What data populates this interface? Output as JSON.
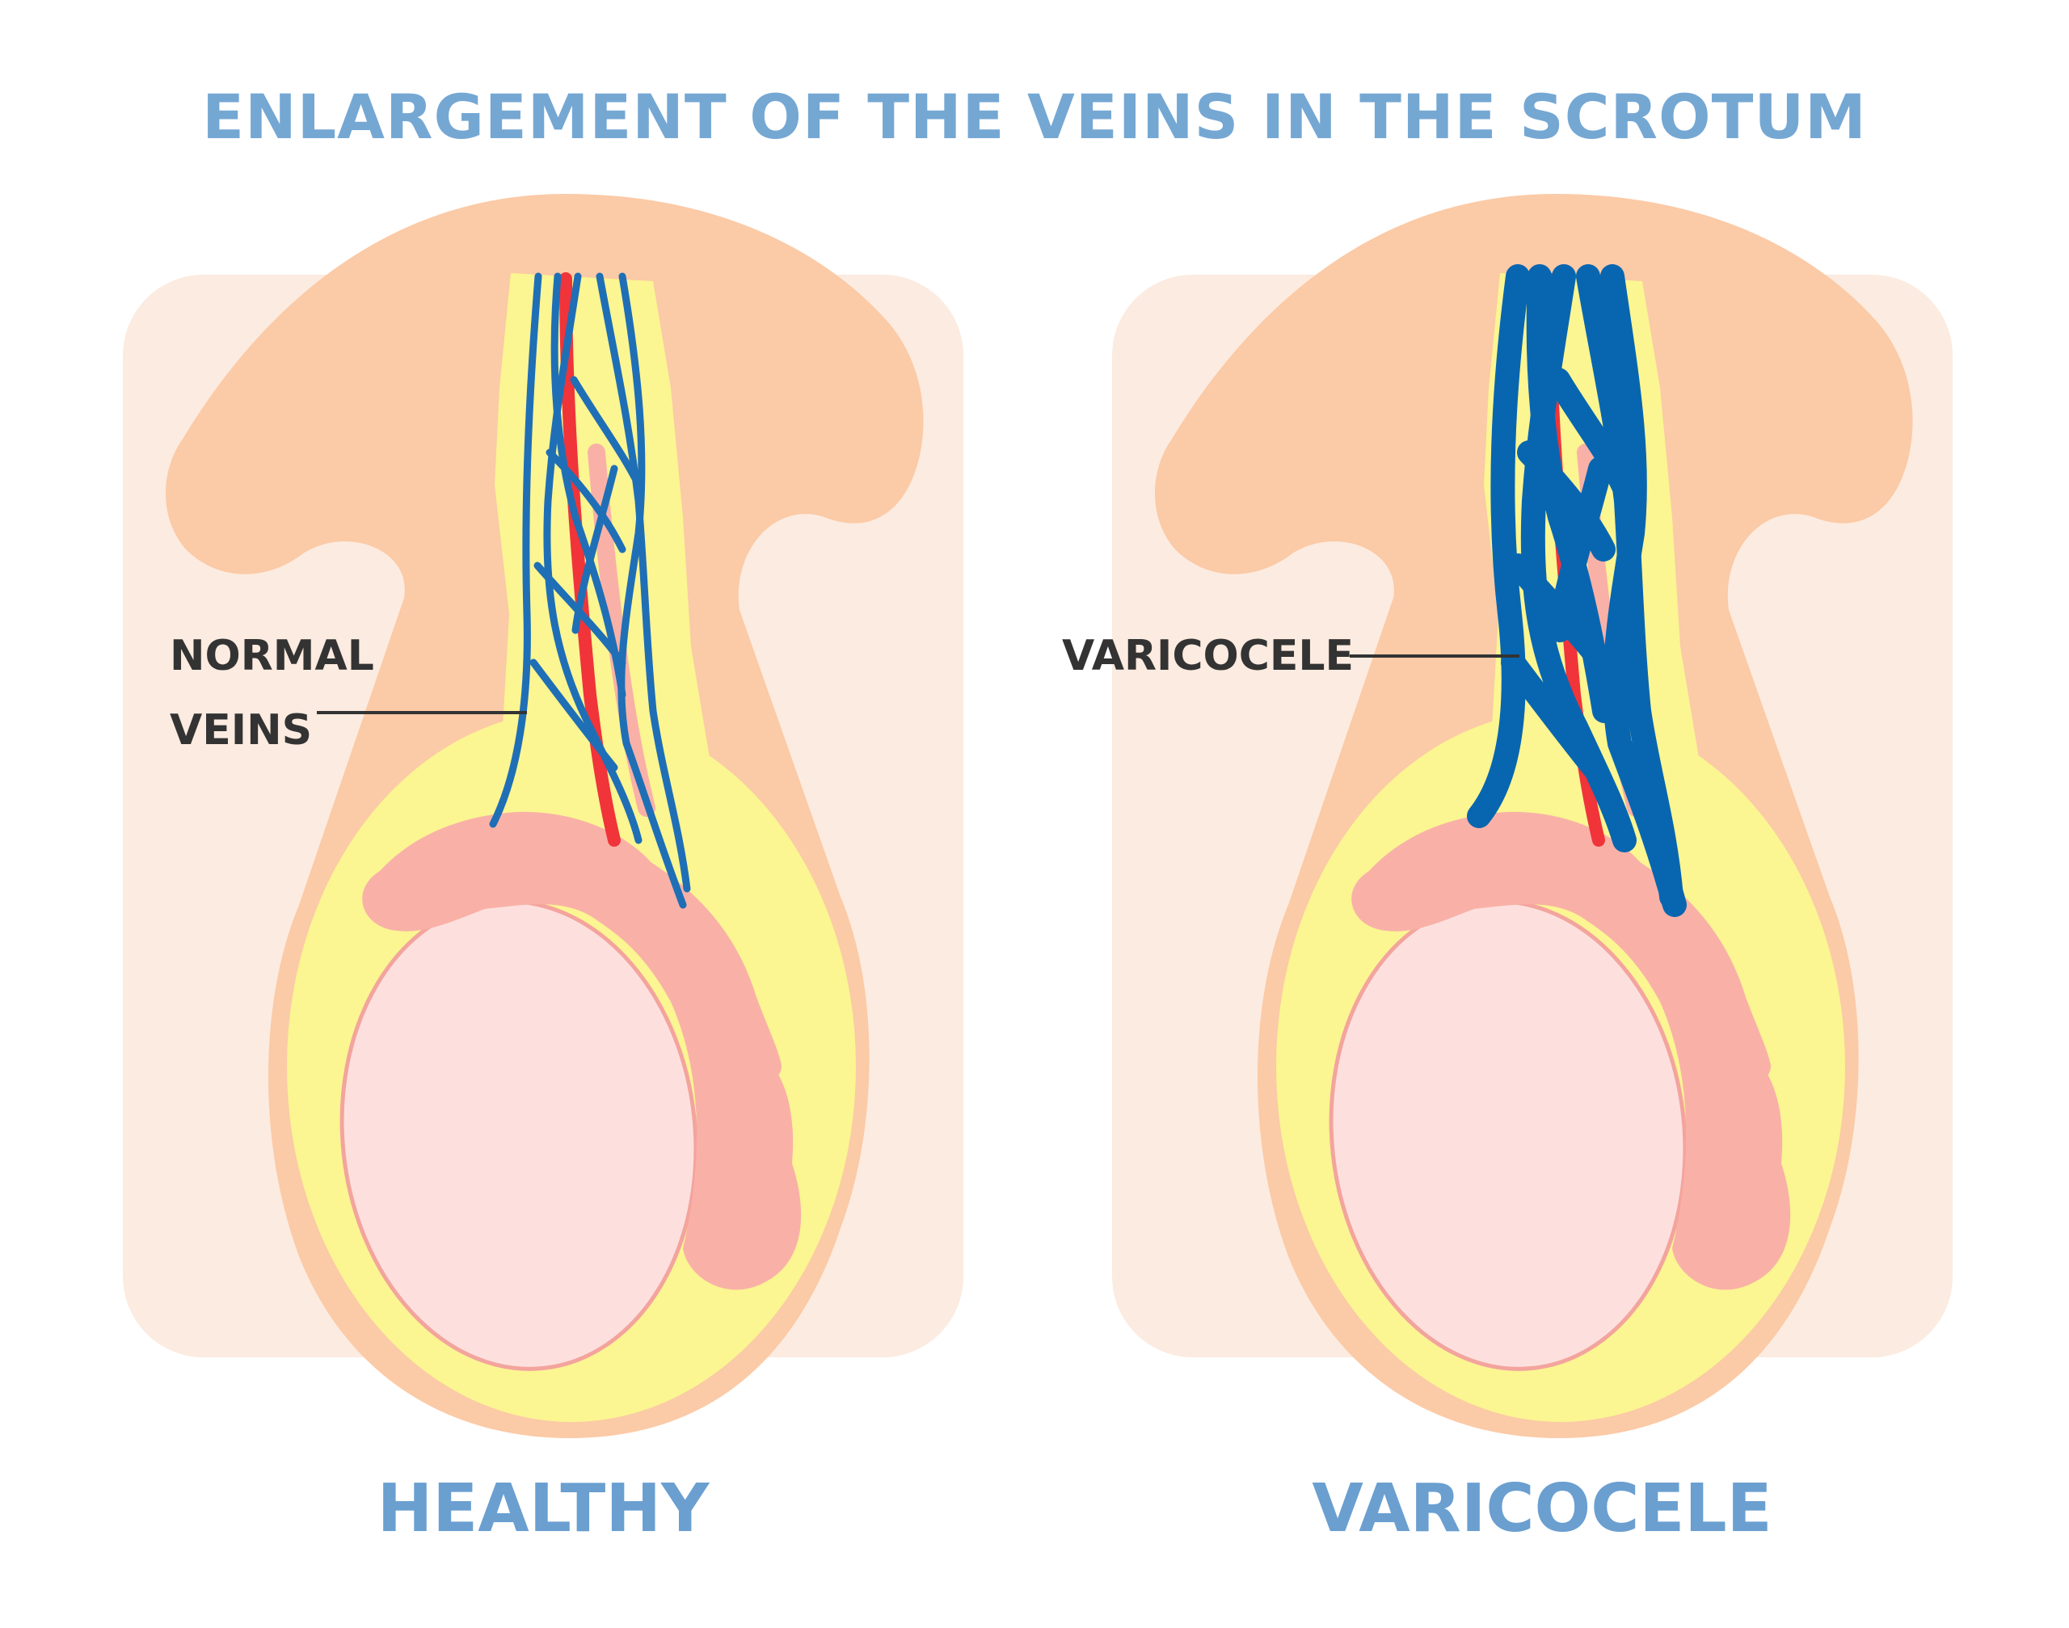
{
  "title": "ENLARGEMENT OF THE VEINS IN THE SCROTUM",
  "panels": {
    "healthy": {
      "caption": "HEALTHY",
      "callout_line1": "NORMAL",
      "callout_line2": "VEINS"
    },
    "varicocele": {
      "caption": "VARICOCELE",
      "callout": "VARICOCELE"
    }
  },
  "colors": {
    "background_panel": "#fcebe0",
    "skin": "#fbcaa6",
    "tissue": "#fbf592",
    "epididymis": "#f9b1a7",
    "testis": "#fde0de",
    "vein": "#1f6fb6",
    "artery": "#f0343a",
    "title": "#75a7d3",
    "label": "#333333"
  }
}
